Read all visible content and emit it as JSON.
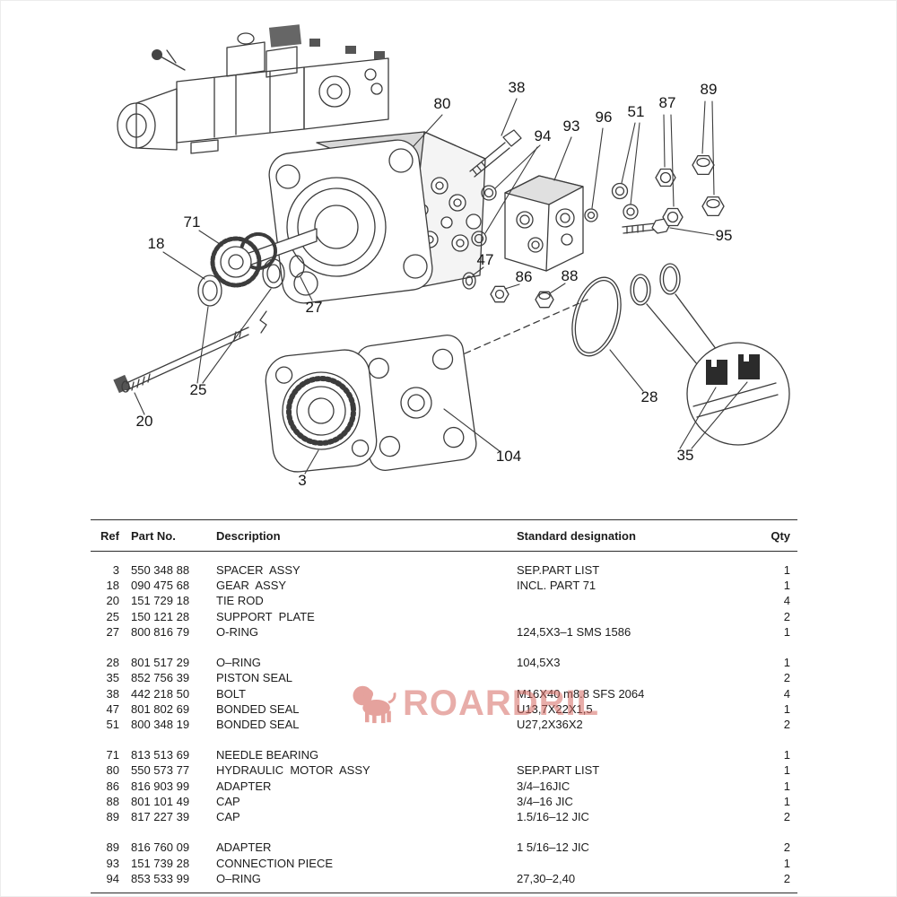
{
  "diagram": {
    "labels": {
      "l3": "3",
      "l18": "18",
      "l20": "20",
      "l25": "25",
      "l27": "27",
      "l28": "28",
      "l35": "35",
      "l38": "38",
      "l47": "47",
      "l51": "51",
      "l71": "71",
      "l80": "80",
      "l86": "86",
      "l87": "87",
      "l88": "88",
      "l89": "89",
      "l93": "93",
      "l94": "94",
      "l95": "95",
      "l96": "96",
      "l104": "104"
    }
  },
  "watermark": {
    "text": "ROARDRIL"
  },
  "table": {
    "headers": {
      "ref": "Ref",
      "part": "Part No.",
      "desc": "Description",
      "std": "Standard designation",
      "qty": "Qty"
    },
    "rows": [
      {
        "ref": "3",
        "part": "550 348 88",
        "desc": "SPACER  ASSY",
        "std": "SEP.PART LIST",
        "qty": "1"
      },
      {
        "ref": "18",
        "part": "090 475 68",
        "desc": "GEAR  ASSY",
        "std": "INCL. PART 71",
        "qty": "1"
      },
      {
        "ref": "20",
        "part": "151 729 18",
        "desc": "TIE ROD",
        "std": "",
        "qty": "4"
      },
      {
        "ref": "25",
        "part": "150 121 28",
        "desc": "SUPPORT  PLATE",
        "std": "",
        "qty": "2"
      },
      {
        "ref": "27",
        "part": "800 816 79",
        "desc": "O-RING",
        "std": "124,5X3–1 SMS 1586",
        "qty": "1"
      },
      {
        "ref": "",
        "part": "",
        "desc": "",
        "std": "",
        "qty": ""
      },
      {
        "ref": "28",
        "part": "801 517 29",
        "desc": "O–RING",
        "std": "104,5X3",
        "qty": "1"
      },
      {
        "ref": "35",
        "part": "852 756 39",
        "desc": "PISTON SEAL",
        "std": "",
        "qty": "2"
      },
      {
        "ref": "38",
        "part": "442 218 50",
        "desc": "BOLT",
        "std": "M16X40 m8.8 SFS 2064",
        "qty": "4"
      },
      {
        "ref": "47",
        "part": "801 802 69",
        "desc": "BONDED SEAL",
        "std": "U13,7X22X1,5",
        "qty": "1"
      },
      {
        "ref": "51",
        "part": "800 348 19",
        "desc": "BONDED SEAL",
        "std": "U27,2X36X2",
        "qty": "2"
      },
      {
        "ref": "",
        "part": "",
        "desc": "",
        "std": "",
        "qty": ""
      },
      {
        "ref": "71",
        "part": "813 513 69",
        "desc": "NEEDLE BEARING",
        "std": "",
        "qty": "1"
      },
      {
        "ref": "80",
        "part": "550 573 77",
        "desc": "HYDRAULIC  MOTOR  ASSY",
        "std": "SEP.PART LIST",
        "qty": "1"
      },
      {
        "ref": "86",
        "part": "816 903 99",
        "desc": "ADAPTER",
        "std": "3/4–16JIC",
        "qty": "1"
      },
      {
        "ref": "88",
        "part": "801 101 49",
        "desc": "CAP",
        "std": "3/4–16 JIC",
        "qty": "1"
      },
      {
        "ref": "89",
        "part": "817 227 39",
        "desc": "CAP",
        "std": "1.5/16–12 JIC",
        "qty": "2"
      },
      {
        "ref": "",
        "part": "",
        "desc": "",
        "std": "",
        "qty": ""
      },
      {
        "ref": "89",
        "part": "816 760 09",
        "desc": "ADAPTER",
        "std": "1 5/16–12 JIC",
        "qty": "2"
      },
      {
        "ref": "93",
        "part": "151 739 28",
        "desc": "CONNECTION PIECE",
        "std": "",
        "qty": "1"
      },
      {
        "ref": "94",
        "part": "853 533 99",
        "desc": "O–RING",
        "std": "27,30–2,40",
        "qty": "2"
      }
    ]
  }
}
